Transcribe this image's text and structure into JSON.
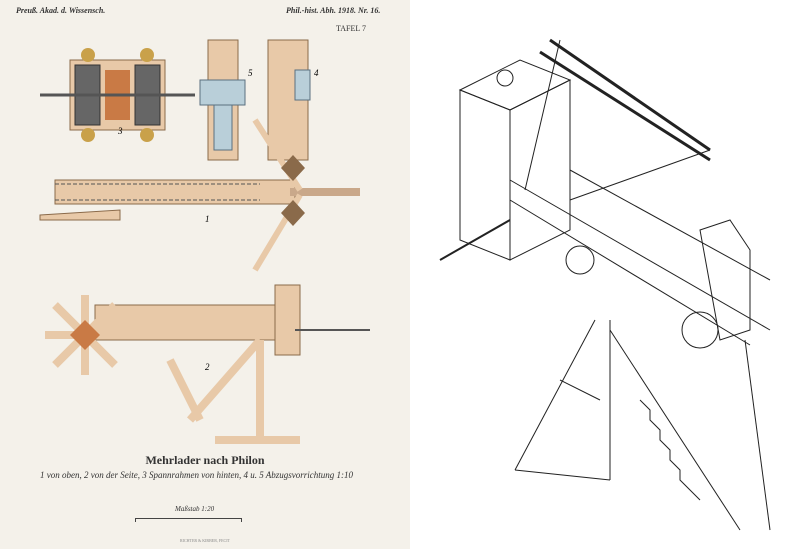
{
  "plate": {
    "header_left": "Preuß. Akad. d. Wissensch.",
    "header_right": "Phil.-hist. Abh. 1918. Nr. 16.",
    "plate_number": "TAFEL 7",
    "title": "Mehrlader nach Philon",
    "subtitle": "1 von oben, 2 von der Seite, 3 Spannrahmen von hinten, 4 u. 5 Abzugsvorrichtung 1:10",
    "scale_label": "Maßstab 1:20",
    "printer": "RICHTER & KIRBER, FECIT",
    "figure_labels": [
      "3",
      "5",
      "4",
      "1",
      "2"
    ],
    "colors": {
      "wood": "#e8c9a8",
      "metal": "#b9cfd9",
      "rope": "#555555",
      "bronze": "#c9a14a"
    }
  }
}
